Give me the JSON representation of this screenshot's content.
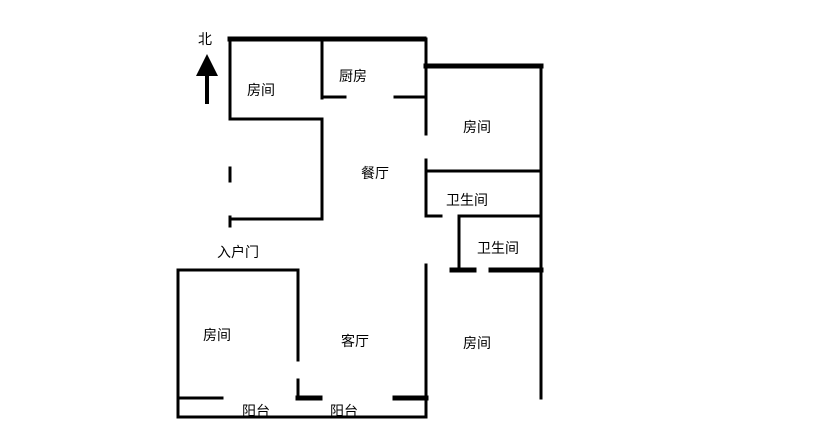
{
  "compass": {
    "label": "北",
    "icon": "north-arrow-icon"
  },
  "rooms": {
    "bedroom_nw": "房间",
    "kitchen": "厨房",
    "bedroom_ne": "房间",
    "dining_room": "餐厅",
    "bathroom_1": "卫生间",
    "bathroom_2": "卫生间",
    "entrance_door": "入户门",
    "bedroom_sw": "房间",
    "living_room": "客厅",
    "bedroom_se": "房间",
    "balcony_1": "阳台",
    "balcony_2": "阳台"
  }
}
